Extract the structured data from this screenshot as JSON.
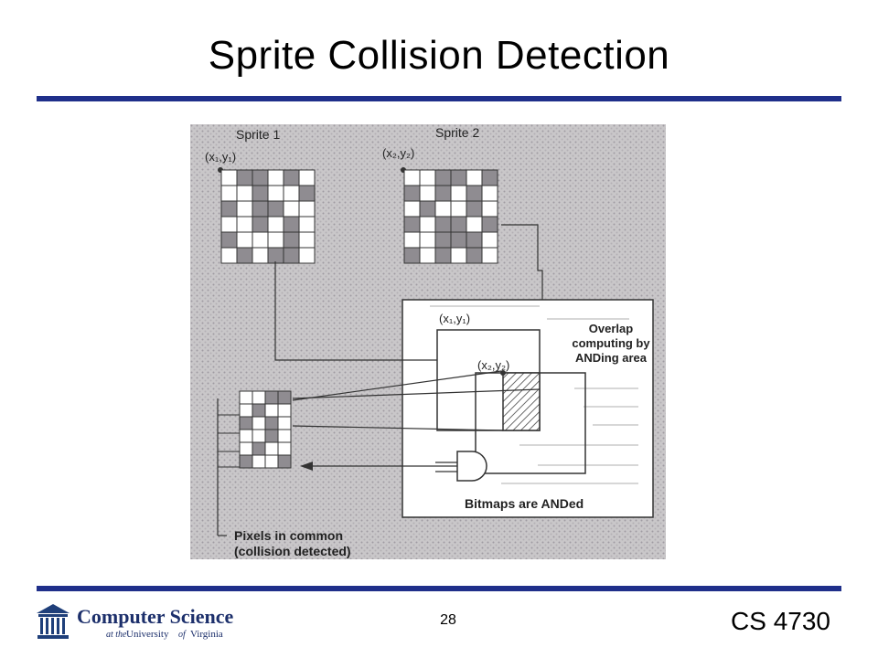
{
  "slide": {
    "title": "Sprite Collision Detection",
    "page_number": "28",
    "course": "CS 4730"
  },
  "footer": {
    "logo_title": "Computer Science",
    "logo_subtitle_1": "at the",
    "logo_subtitle_2": "University",
    "logo_subtitle_3": "of",
    "logo_subtitle_4": "Virginia"
  },
  "figure": {
    "sprite1_label": "Sprite 1",
    "sprite1_coord": "(x₁,y₁)",
    "sprite2_label": "Sprite 2",
    "sprite2_coord": "(x₂,y₂)",
    "overlap_coord1": "(x₁,y₁)",
    "overlap_coord2": "(x₂,y₂)",
    "overlap_line1": "Overlap",
    "overlap_line2": "computing by",
    "overlap_line3": "ANDing area",
    "bitmaps_label": "Bitmaps are ANDed",
    "pixels_line1": "Pixels in common",
    "pixels_line2": "(collision detected)",
    "sprite1_grid": [
      [
        0,
        1,
        1,
        0,
        1,
        0
      ],
      [
        0,
        0,
        1,
        0,
        0,
        1
      ],
      [
        1,
        0,
        1,
        1,
        0,
        0
      ],
      [
        0,
        0,
        1,
        0,
        1,
        0
      ],
      [
        1,
        0,
        0,
        0,
        1,
        0
      ],
      [
        0,
        1,
        0,
        1,
        1,
        0
      ]
    ],
    "sprite2_grid": [
      [
        0,
        0,
        1,
        1,
        0,
        1
      ],
      [
        1,
        0,
        1,
        0,
        1,
        0
      ],
      [
        0,
        1,
        0,
        0,
        1,
        0
      ],
      [
        1,
        0,
        1,
        1,
        0,
        1
      ],
      [
        0,
        0,
        1,
        1,
        1,
        0
      ],
      [
        1,
        0,
        1,
        0,
        1,
        0
      ]
    ],
    "result_grid": [
      [
        0,
        0,
        1,
        1
      ],
      [
        0,
        1,
        0,
        0
      ],
      [
        1,
        0,
        1,
        0
      ],
      [
        0,
        0,
        1,
        0
      ],
      [
        0,
        1,
        0,
        0
      ],
      [
        1,
        0,
        0,
        1
      ]
    ]
  }
}
